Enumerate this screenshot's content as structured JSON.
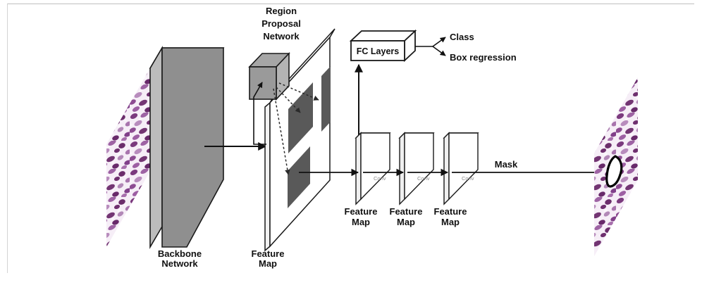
{
  "figure": {
    "title": "Mask R-CNN instance segmentation architecture",
    "background_color": "#ffffff",
    "frame_color": "#cfcfcf"
  },
  "labels": {
    "backbone_network": "Backbone\nNetwork",
    "backbone_line1": "Backbone",
    "backbone_line2": "Network",
    "rpn_line1": "Region",
    "rpn_line2": "Proposal",
    "rpn_line3": "Network",
    "feature_map_main_line1": "Feature",
    "feature_map_main_line2": "Map",
    "fc_layers": "FC Layers",
    "class_output": "Class",
    "box_regression_output": "Box regression",
    "mask_output": "Mask",
    "conv": "Conv",
    "feature_map_1_line1": "Feature",
    "feature_map_1_line2": "Map",
    "feature_map_2_line1": "Feature",
    "feature_map_2_line2": "Map",
    "feature_map_3_line1": "Feature",
    "feature_map_3_line2": "Map"
  },
  "colors": {
    "stroke": "#111111",
    "backbone_face": "#8f8f8f",
    "backbone_side": "#b9b9b9",
    "backbone_top": "#a8a8a8",
    "rpn_face": "#9a9a9a",
    "rpn_side": "#b4b4b4",
    "rpn_top": "#a6a6a6",
    "proposal_fill": "#595959",
    "plane_fill": "#ffffff",
    "conv_text": "#8a8a8a",
    "histology_purple_dark": "#6b2d6b",
    "histology_purple_mid": "#9a5ba0",
    "histology_purple_light": "#c79ccb",
    "histology_white": "#f7f1f7",
    "mask_fill": "#ffffff",
    "mask_outline": "#000000"
  },
  "nodes": [
    {
      "id": "input-image",
      "kind": "histology-plane",
      "label": ""
    },
    {
      "id": "backbone-network",
      "kind": "slab-3d",
      "label": "Backbone Network"
    },
    {
      "id": "feature-map-main",
      "kind": "plane-3d",
      "label": "Feature Map"
    },
    {
      "id": "region-proposal-network",
      "kind": "cube-3d",
      "label": "Region Proposal Network"
    },
    {
      "id": "proposal-region-1",
      "kind": "proposal",
      "label": ""
    },
    {
      "id": "proposal-region-2",
      "kind": "proposal",
      "label": ""
    },
    {
      "id": "proposal-region-3",
      "kind": "proposal",
      "label": ""
    },
    {
      "id": "fc-layers",
      "kind": "box-3d",
      "label": "FC Layers"
    },
    {
      "id": "conv-feature-map-1",
      "kind": "plane-3d",
      "label": "Feature Map"
    },
    {
      "id": "conv-feature-map-2",
      "kind": "plane-3d",
      "label": "Feature Map"
    },
    {
      "id": "conv-feature-map-3",
      "kind": "plane-3d",
      "label": "Feature Map"
    },
    {
      "id": "output-image",
      "kind": "histology-plane",
      "label": ""
    },
    {
      "id": "mask-region",
      "kind": "mask-blob",
      "label": "Mask"
    }
  ],
  "edges": [
    {
      "from": "backbone-network",
      "to": "feature-map-main",
      "style": "solid-arrow",
      "label": ""
    },
    {
      "from": "region-proposal-network",
      "to": "feature-map-main",
      "style": "solid-line",
      "label": ""
    },
    {
      "from": "region-proposal-network",
      "to": "proposal-region-1",
      "style": "dotted-arrow",
      "label": ""
    },
    {
      "from": "region-proposal-network",
      "to": "proposal-region-2",
      "style": "dotted-arrow",
      "label": ""
    },
    {
      "from": "region-proposal-network",
      "to": "proposal-region-3",
      "style": "dotted-arrow",
      "label": ""
    },
    {
      "from": "feature-map-main",
      "to": "fc-layers",
      "style": "solid-arrow",
      "label": ""
    },
    {
      "from": "fc-layers",
      "to": "class-output",
      "style": "branch",
      "label": "Class"
    },
    {
      "from": "fc-layers",
      "to": "box-regression-output",
      "style": "branch",
      "label": "Box regression"
    },
    {
      "from": "proposal-region-3",
      "to": "conv-feature-map-1",
      "style": "solid-arrow",
      "label": ""
    },
    {
      "from": "conv-feature-map-1",
      "to": "conv-feature-map-2",
      "style": "solid-arrow",
      "label": "Conv"
    },
    {
      "from": "conv-feature-map-2",
      "to": "conv-feature-map-3",
      "style": "solid-arrow",
      "label": "Conv"
    },
    {
      "from": "conv-feature-map-3",
      "to": "output-image",
      "style": "solid-arrow",
      "label": "Conv"
    }
  ]
}
